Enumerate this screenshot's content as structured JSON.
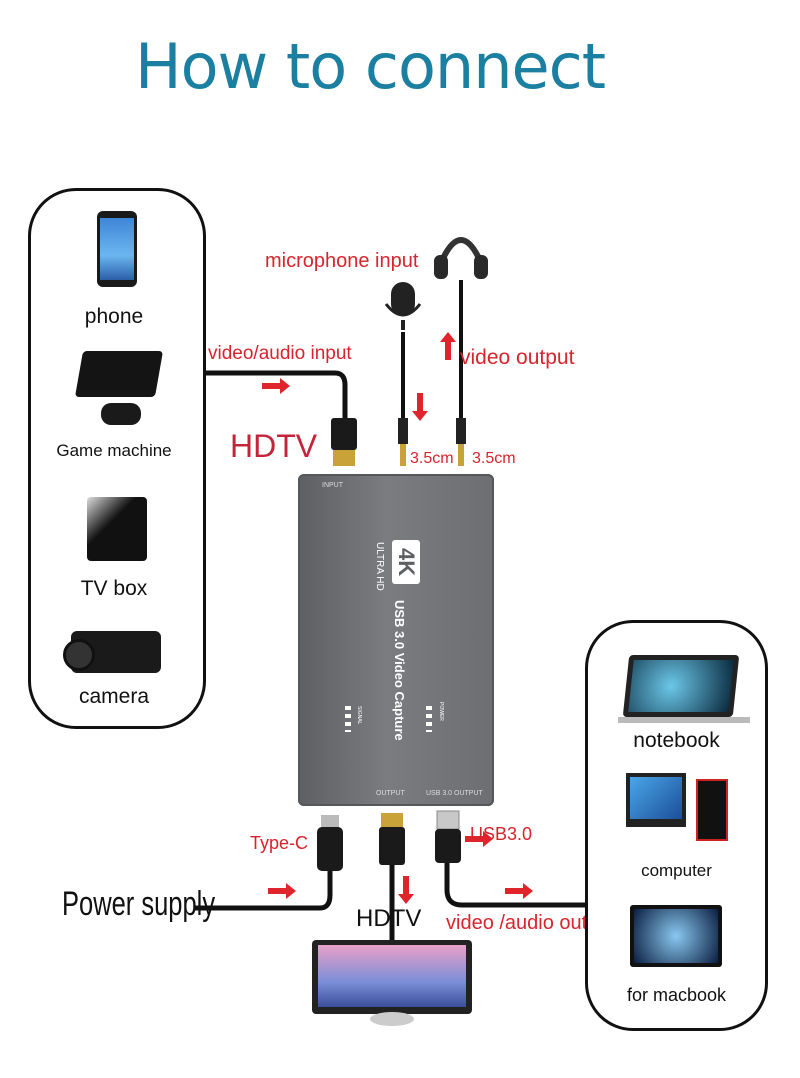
{
  "title": "How to connect",
  "inputs": {
    "phone": "phone",
    "game_machine": "Game machine",
    "tv_box": "TV box",
    "camera": "camera"
  },
  "labels": {
    "video_audio_input": "video/audio input",
    "hdtv_in": "HDTV",
    "microphone_input": "microphone input",
    "video_output": "video output",
    "jack_mic": "3.5cm",
    "jack_out": "3.5cm",
    "type_c": "Type-C",
    "usb3": "USB3.0",
    "power_supply": "Power supply",
    "hdtv_out": "HDTV",
    "video_audio_output": "video /audio output"
  },
  "device": {
    "badge": "4K",
    "ultra_hd": "ULTRA HD",
    "name": "USB 3.0 Video Capture",
    "port_input": "INPUT",
    "port_output": "OUTPUT",
    "port_usb": "USB 3.0 OUTPUT",
    "led_signal": "SIGNAL",
    "led_power": "POWER"
  },
  "outputs": {
    "notebook": "notebook",
    "computer": "computer",
    "macbook": "for macbook"
  },
  "colors": {
    "title": "#1a7fa0",
    "label_red": "#d8242c",
    "device": "#6c6e72"
  }
}
